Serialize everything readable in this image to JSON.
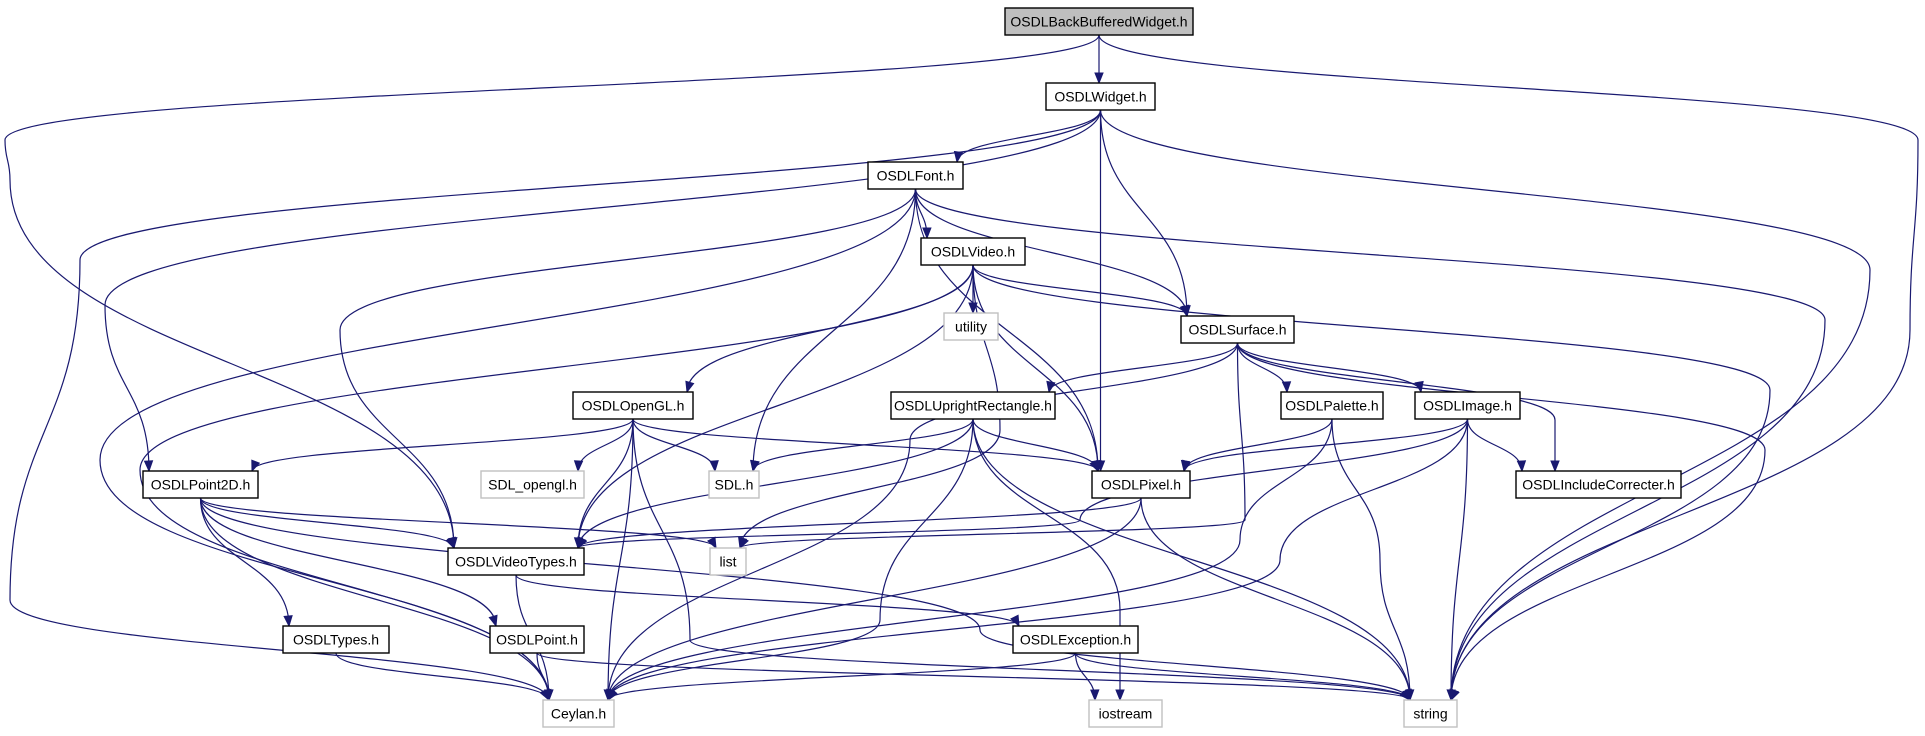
{
  "colors": {
    "edge": "#191970",
    "root_fill": "#bfbfbf",
    "node_fill": "#ffffff",
    "node_border": "#000000",
    "external_border": "#c0c0c0",
    "external_text": "#404040"
  },
  "nodes": [
    {
      "id": "root",
      "label": "OSDLBackBufferedWidget.h",
      "kind": "root"
    },
    {
      "id": "widget",
      "label": "OSDLWidget.h",
      "kind": "header"
    },
    {
      "id": "font",
      "label": "OSDLFont.h",
      "kind": "header"
    },
    {
      "id": "video",
      "label": "OSDLVideo.h",
      "kind": "header"
    },
    {
      "id": "utility",
      "label": "utility",
      "kind": "external"
    },
    {
      "id": "surface",
      "label": "OSDLSurface.h",
      "kind": "header"
    },
    {
      "id": "opengl",
      "label": "OSDLOpenGL.h",
      "kind": "header"
    },
    {
      "id": "upright",
      "label": "OSDLUprightRectangle.h",
      "kind": "header"
    },
    {
      "id": "palette",
      "label": "OSDLPalette.h",
      "kind": "header"
    },
    {
      "id": "image",
      "label": "OSDLImage.h",
      "kind": "header"
    },
    {
      "id": "point2d",
      "label": "OSDLPoint2D.h",
      "kind": "header"
    },
    {
      "id": "sdlopengl",
      "label": "SDL_opengl.h",
      "kind": "external"
    },
    {
      "id": "sdl",
      "label": "SDL.h",
      "kind": "external"
    },
    {
      "id": "pixel",
      "label": "OSDLPixel.h",
      "kind": "header"
    },
    {
      "id": "includecorr",
      "label": "OSDLIncludeCorrecter.h",
      "kind": "header"
    },
    {
      "id": "videotypes",
      "label": "OSDLVideoTypes.h",
      "kind": "header"
    },
    {
      "id": "list",
      "label": "list",
      "kind": "external"
    },
    {
      "id": "types",
      "label": "OSDLTypes.h",
      "kind": "header"
    },
    {
      "id": "point",
      "label": "OSDLPoint.h",
      "kind": "header"
    },
    {
      "id": "exception",
      "label": "OSDLException.h",
      "kind": "header"
    },
    {
      "id": "ceylan",
      "label": "Ceylan.h",
      "kind": "external"
    },
    {
      "id": "iostream",
      "label": "iostream",
      "kind": "external"
    },
    {
      "id": "string",
      "label": "string",
      "kind": "external"
    }
  ],
  "edges": [
    [
      "root",
      "widget"
    ],
    [
      "root",
      "videotypes"
    ],
    [
      "root",
      "string"
    ],
    [
      "widget",
      "font"
    ],
    [
      "widget",
      "surface"
    ],
    [
      "widget",
      "pixel"
    ],
    [
      "widget",
      "point2d"
    ],
    [
      "widget",
      "ceylan"
    ],
    [
      "widget",
      "string"
    ],
    [
      "font",
      "video"
    ],
    [
      "font",
      "surface"
    ],
    [
      "font",
      "sdl"
    ],
    [
      "font",
      "pixel"
    ],
    [
      "font",
      "videotypes"
    ],
    [
      "font",
      "ceylan"
    ],
    [
      "font",
      "string"
    ],
    [
      "video",
      "utility"
    ],
    [
      "video",
      "surface"
    ],
    [
      "video",
      "opengl"
    ],
    [
      "video",
      "pixel"
    ],
    [
      "video",
      "videotypes"
    ],
    [
      "video",
      "list"
    ],
    [
      "video",
      "ceylan"
    ],
    [
      "video",
      "string"
    ],
    [
      "surface",
      "upright"
    ],
    [
      "surface",
      "palette"
    ],
    [
      "surface",
      "image"
    ],
    [
      "surface",
      "includecorr"
    ],
    [
      "surface",
      "list"
    ],
    [
      "surface",
      "ceylan"
    ],
    [
      "surface",
      "string"
    ],
    [
      "opengl",
      "point2d"
    ],
    [
      "opengl",
      "sdlopengl"
    ],
    [
      "opengl",
      "sdl"
    ],
    [
      "opengl",
      "pixel"
    ],
    [
      "opengl",
      "videotypes"
    ],
    [
      "opengl",
      "ceylan"
    ],
    [
      "opengl",
      "string"
    ],
    [
      "upright",
      "sdl"
    ],
    [
      "upright",
      "pixel"
    ],
    [
      "upright",
      "videotypes"
    ],
    [
      "upright",
      "ceylan"
    ],
    [
      "upright",
      "iostream"
    ],
    [
      "upright",
      "string"
    ],
    [
      "palette",
      "pixel"
    ],
    [
      "palette",
      "ceylan"
    ],
    [
      "palette",
      "string"
    ],
    [
      "image",
      "pixel"
    ],
    [
      "image",
      "includecorr"
    ],
    [
      "image",
      "videotypes"
    ],
    [
      "image",
      "ceylan"
    ],
    [
      "image",
      "string"
    ],
    [
      "point2d",
      "videotypes"
    ],
    [
      "point2d",
      "list"
    ],
    [
      "point2d",
      "types"
    ],
    [
      "point2d",
      "point"
    ],
    [
      "point2d",
      "ceylan"
    ],
    [
      "point2d",
      "string"
    ],
    [
      "pixel",
      "videotypes"
    ],
    [
      "pixel",
      "ceylan"
    ],
    [
      "pixel",
      "string"
    ],
    [
      "videotypes",
      "exception"
    ],
    [
      "videotypes",
      "ceylan"
    ],
    [
      "types",
      "ceylan"
    ],
    [
      "point",
      "ceylan"
    ],
    [
      "point",
      "string"
    ],
    [
      "exception",
      "ceylan"
    ],
    [
      "exception",
      "iostream"
    ],
    [
      "exception",
      "string"
    ]
  ]
}
